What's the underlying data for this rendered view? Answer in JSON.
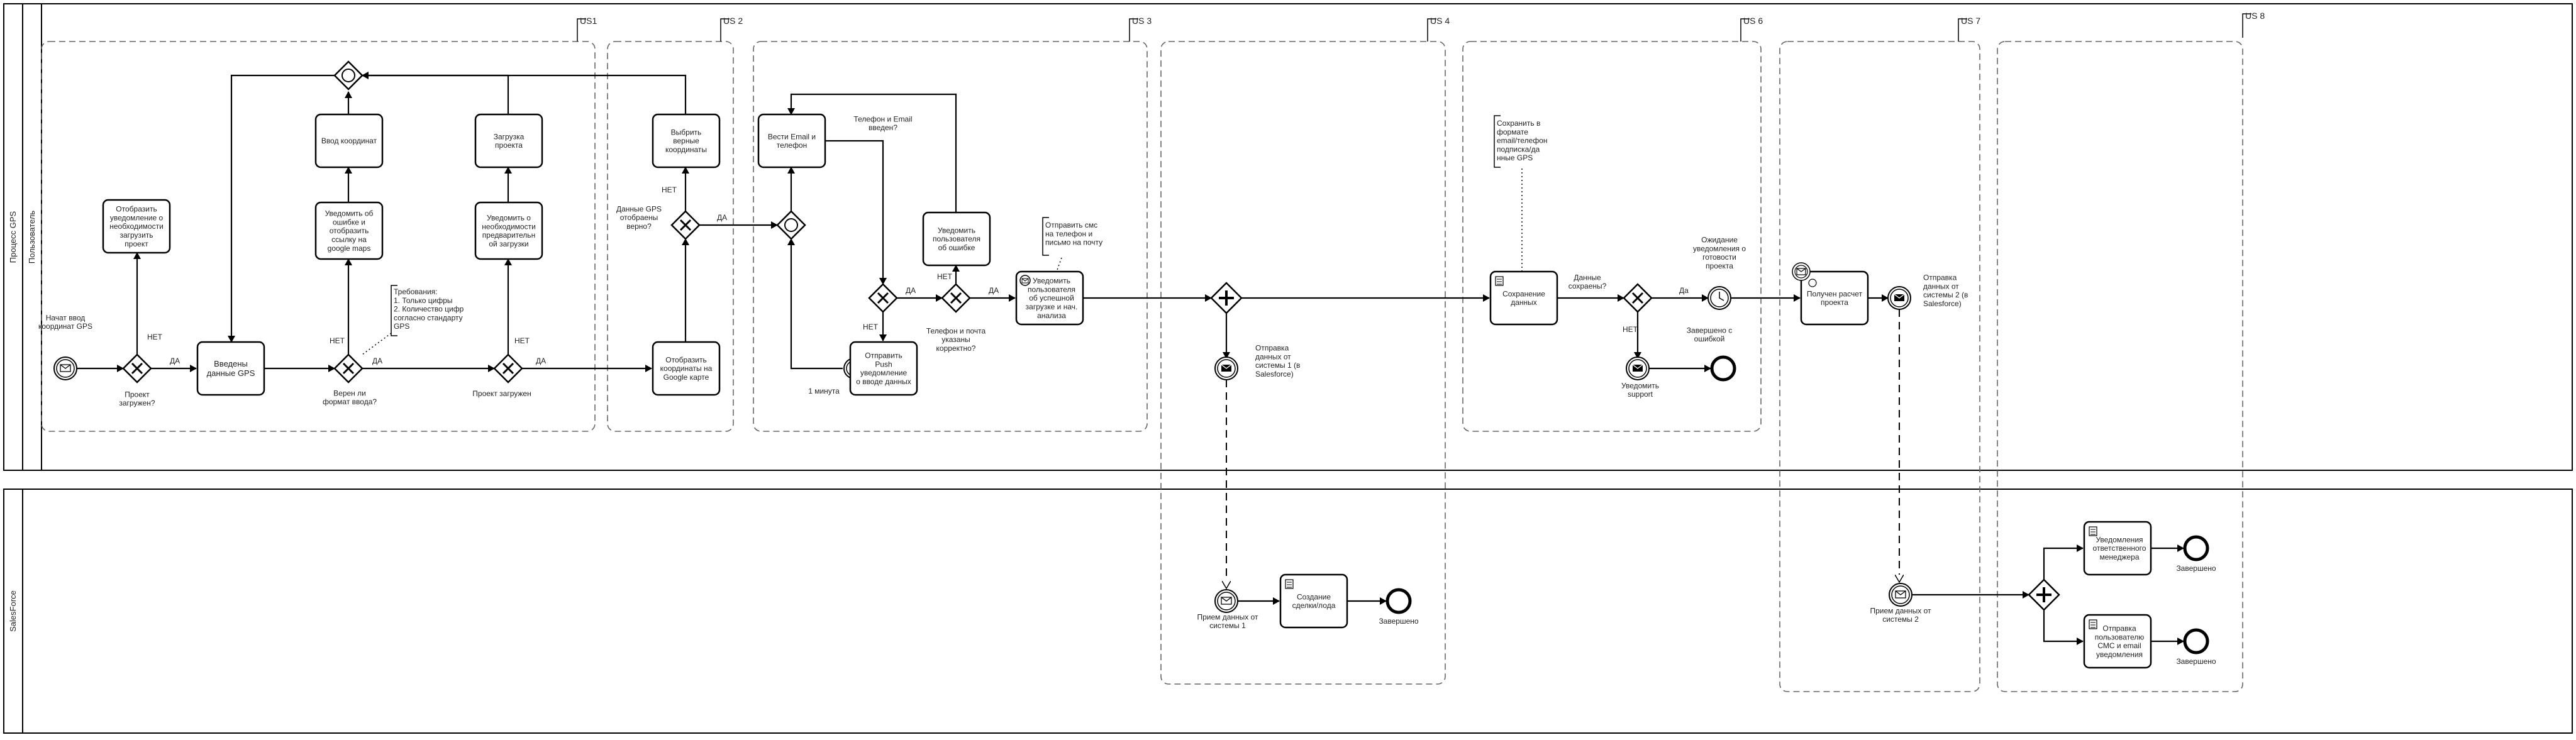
{
  "pools": {
    "top": {
      "title": "Процесс GPS",
      "lane": "Пользователь"
    },
    "bottom": {
      "title": "SalesForce"
    }
  },
  "groups": [
    "US1",
    "US 2",
    "US 3",
    "US 4",
    "US 6",
    "US 7",
    "US 8"
  ],
  "tasks": {
    "t1": [
      "Отобразить",
      "уведомление о",
      "необходимости",
      "загрузить",
      "проект"
    ],
    "t2": [
      "Введены",
      "данные GPS"
    ],
    "t3": [
      "Ввод координат"
    ],
    "t4": [
      "Уведомить об",
      "ошибке и",
      "отобразить",
      "ссылку на",
      "google maps"
    ],
    "t5": [
      "Загрузка",
      "проекта"
    ],
    "t6": [
      "Уведомить о",
      "необходимости",
      "предварительн",
      "ой загрузки"
    ],
    "t7": [
      "Выбрить",
      "верные",
      "координаты"
    ],
    "t8": [
      "Отобразить",
      "координаты на",
      "Google карте"
    ],
    "t9": [
      "Вести Email и",
      "телефон"
    ],
    "t10": [
      "Уведомить",
      "пользователя",
      "об ошибке"
    ],
    "t11": [
      "Отправить",
      "Push",
      "уведомление",
      "о вводе данных"
    ],
    "t12": [
      "Уведомить",
      "пользователя",
      "об успешной",
      "загрузке и нач.",
      "анализа"
    ],
    "t13": [
      "Сохранение",
      "данных"
    ],
    "t14": [
      "Получен расчет",
      "проекта"
    ],
    "t15": [
      "Создание",
      "сделки/лода"
    ],
    "t16": [
      "Уведомления",
      "ответственного",
      "менеджера"
    ],
    "t17": [
      "Отправка",
      "пользователю",
      "СМС и email",
      "уведомления"
    ]
  },
  "labels": {
    "start": [
      "Начат ввод",
      "координат GPS"
    ],
    "g1": [
      "Проект",
      "загружен?"
    ],
    "g2": [
      "Верен ли",
      "формат ввода?"
    ],
    "g3": [
      "Проект загружен"
    ],
    "g4": [
      "Данные GPS",
      "отобраены",
      "верно?"
    ],
    "g6": [
      "Телефон и почта",
      "указаны",
      "корректно?"
    ],
    "q_email": [
      "Телефон и Email",
      "введен?"
    ],
    "timer": [
      "1 минута"
    ],
    "g8": [
      "Данные",
      "сохраены?"
    ],
    "notify_support": [
      "Уведомить",
      "support"
    ],
    "end_err": [
      "Завершено с",
      "ошибкой"
    ],
    "wait_calc": [
      "Ожидание",
      "уведомления о",
      "готовости",
      "проекта"
    ],
    "send_sf1": [
      "Отправка",
      "данных от",
      "системы 1 (в",
      "Salesforce)"
    ],
    "send_sf2": [
      "Отправка",
      "данных от",
      "системы 2 (в",
      "Salesforce)"
    ],
    "recv1": [
      "Прием данных от",
      "системы 1"
    ],
    "recv2": [
      "Прием данных от",
      "системы 2"
    ],
    "done": "Завершено",
    "yes": "ДА",
    "yes2": "Да",
    "no": "НЕТ"
  },
  "annotations": {
    "a1": [
      "Требования:",
      "1. Только цифры",
      "2. Количество цифр",
      "согласно стандарту",
      "GPS"
    ],
    "a2": [
      "Отправить смс",
      "на телефон и",
      "письмо на почту"
    ],
    "a3": [
      "Сохранить в",
      "формате",
      "email/телефон",
      "подписка/да",
      "нные GPS"
    ]
  }
}
